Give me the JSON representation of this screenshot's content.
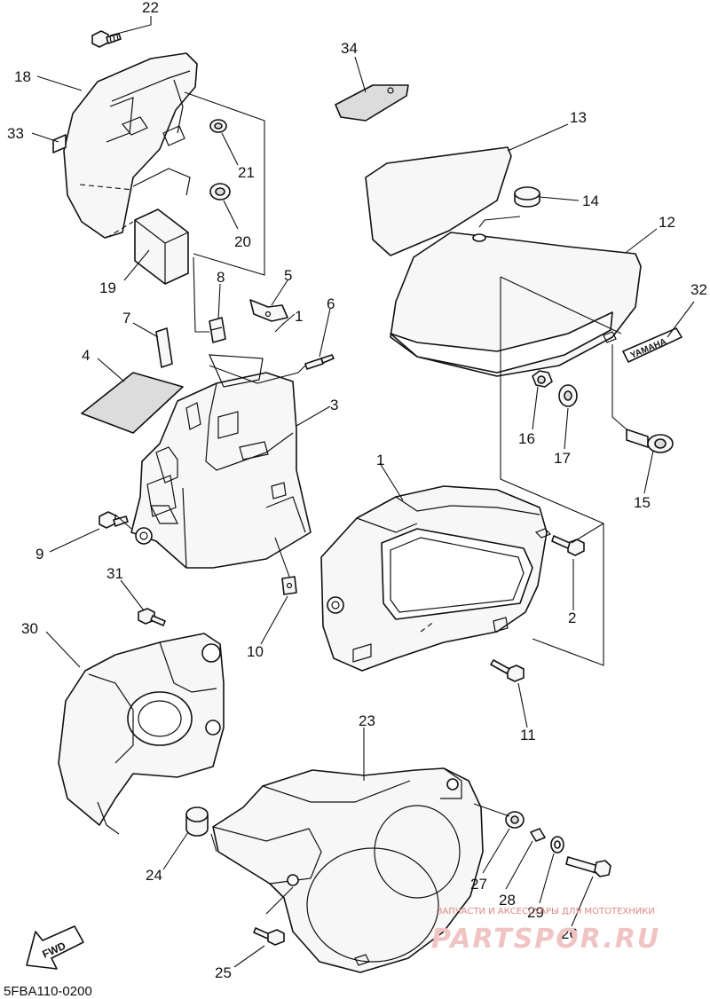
{
  "diagram": {
    "code": "5FBA110-0200",
    "fwd_label": "FWD",
    "emblem_text": "YAMAHA",
    "callouts": [
      "22",
      "18",
      "33",
      "34",
      "13",
      "21",
      "14",
      "20",
      "12",
      "19",
      "8",
      "5",
      "32",
      "7",
      "1",
      "6",
      "4",
      "3",
      "16",
      "17",
      "15",
      "9",
      "1",
      "2",
      "31",
      "30",
      "10",
      "11",
      "23",
      "24",
      "27",
      "28",
      "29",
      "26",
      "25"
    ]
  },
  "watermark": {
    "line1": "ЗАПЧАСТИ И АКСЕССУАРЫ ДЛЯ МОТОТЕХНИКИ",
    "brand": "PARTSPOR.RU"
  }
}
